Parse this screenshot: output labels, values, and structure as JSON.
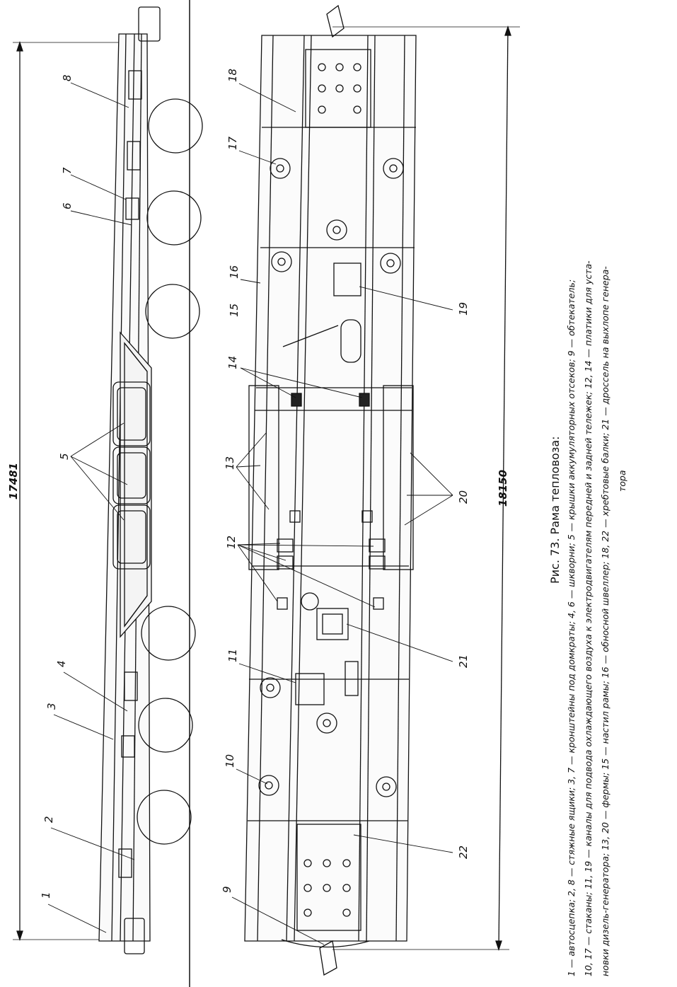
{
  "figure": {
    "title": "Рис. 73. Рама тепловоза:",
    "caption_lines": [
      "1 — автосцепка; 2, 8 — стяжные ящики; 3, 7 — кронштейны под домкраты; 4, 6 — шкворни; 5 — крышки аккумуляторных отсеков; 9 — обтекатель;",
      "10, 17 — стаканы; 11, 19 — каналы для подвода охлаждающего воздуха к электродвигателям передней и задней тележек; 12, 14 — платики для уста-",
      "новки дизель-генератора; 13, 20 — фермы; 15 — настил рамы; 16 — обносной швеллер; 18, 22 — хребтовые балки; 21 — дроссель на выхлопе генера-",
      "тора"
    ]
  },
  "dimensions": {
    "side_view_length": "17481",
    "plan_view_length": "18150"
  },
  "callouts": {
    "side_view": [
      "1",
      "2",
      "3",
      "4",
      "5",
      "6",
      "7",
      "8"
    ],
    "plan_view": [
      "9",
      "10",
      "11",
      "12",
      "13",
      "14",
      "15",
      "16",
      "17",
      "18",
      "19",
      "20",
      "21",
      "22"
    ]
  }
}
